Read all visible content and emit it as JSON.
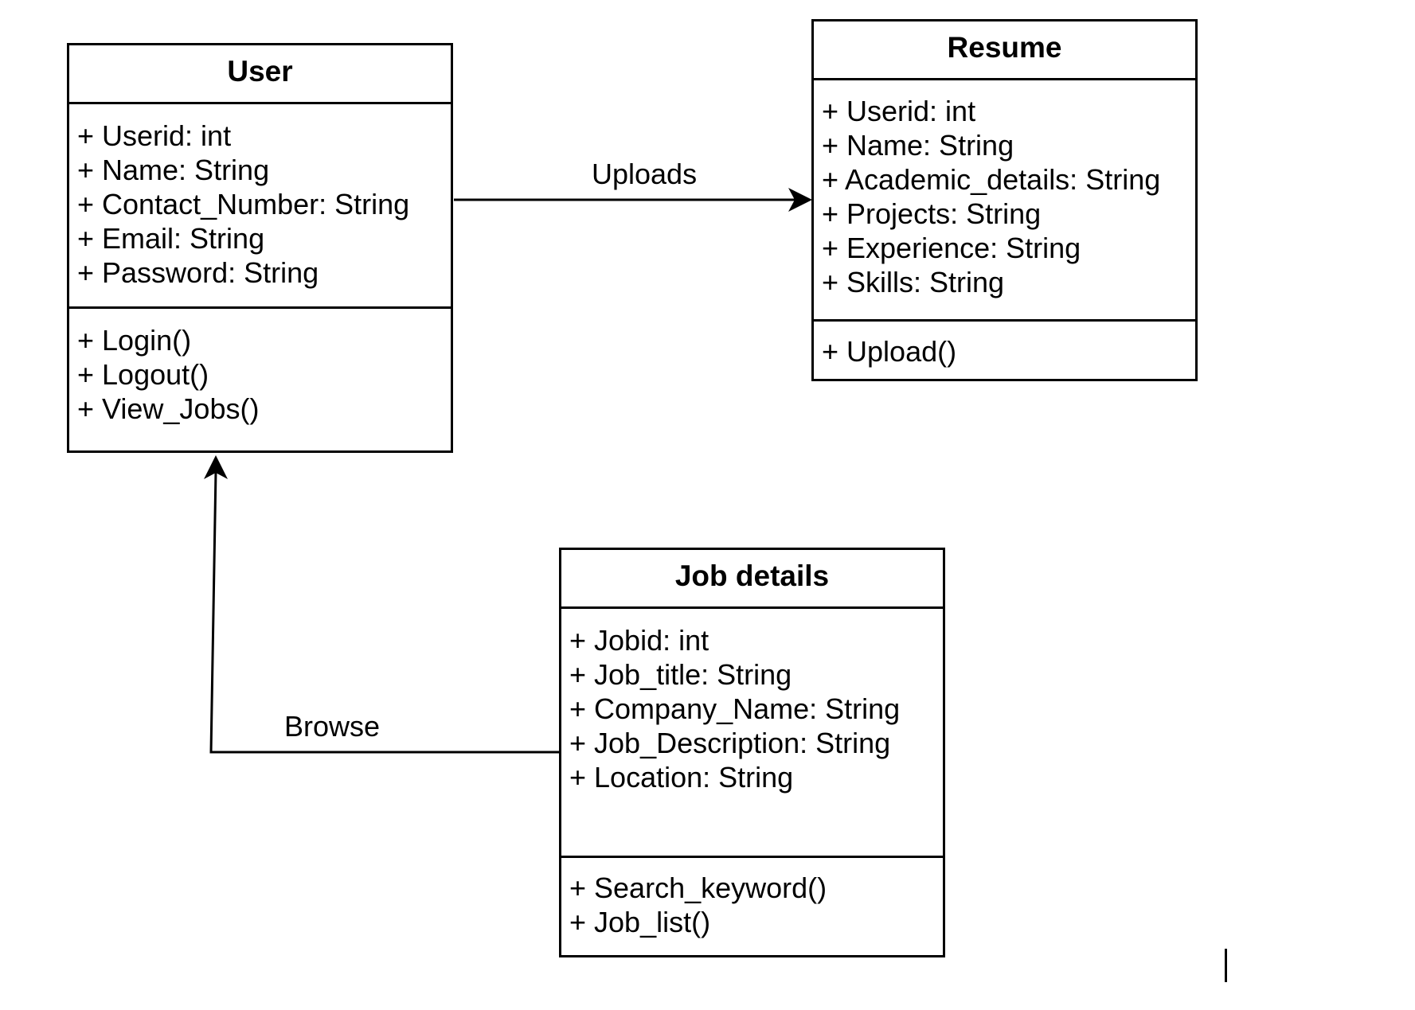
{
  "classes": {
    "user": {
      "name": "User",
      "attributes": [
        "+ Userid: int",
        "+ Name: String",
        "+ Contact_Number: String",
        "+ Email: String",
        "+ Password: String"
      ],
      "methods": [
        "+ Login()",
        "+ Logout()",
        "+ View_Jobs()"
      ]
    },
    "resume": {
      "name": "Resume",
      "attributes": [
        "+ Userid: int",
        "+ Name: String",
        "+ Academic_details: String",
        "+ Projects: String",
        "+ Experience: String",
        "+ Skills: String"
      ],
      "methods": [
        "+ Upload()"
      ]
    },
    "job_details": {
      "name": "Job details",
      "attributes": [
        "+ Jobid: int",
        "+ Job_title: String",
        "+ Company_Name: String",
        "+ Job_Description: String",
        "+ Location: String"
      ],
      "methods": [
        "+ Search_keyword()",
        "+ Job_list()"
      ]
    }
  },
  "relations": {
    "uploads": {
      "label": "Uploads",
      "from": "User",
      "to": "Resume"
    },
    "browse": {
      "label": "Browse",
      "from": "Job details",
      "to": "User"
    }
  },
  "colors": {
    "stroke": "#000000",
    "background": "#ffffff"
  }
}
